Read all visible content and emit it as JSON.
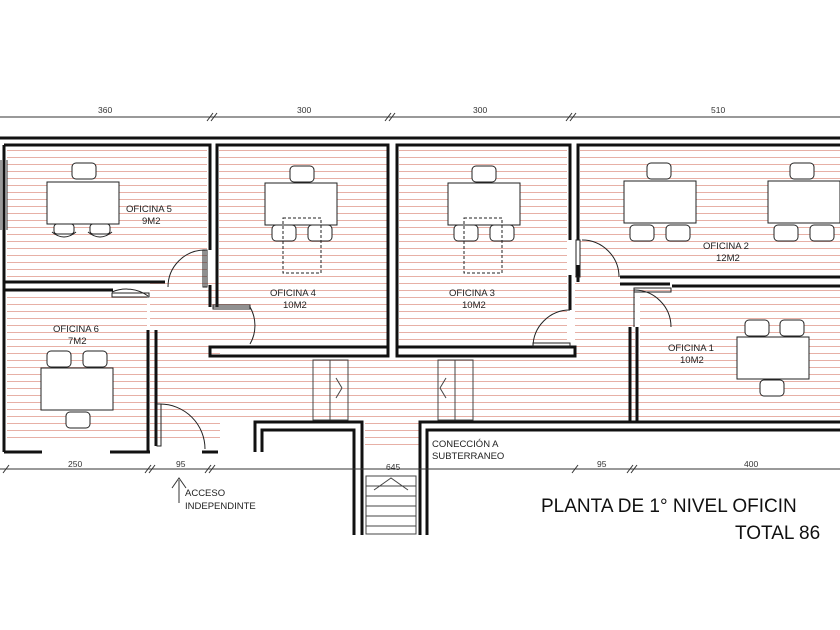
{
  "rooms": [
    {
      "name": "OFICINA 5",
      "area": "9M2"
    },
    {
      "name": "OFICINA 4",
      "area": "10M2"
    },
    {
      "name": "OFICINA 3",
      "area": "10M2"
    },
    {
      "name": "OFICINA 2",
      "area": "12M2"
    },
    {
      "name": "OFICINA 6",
      "area": "7M2"
    },
    {
      "name": "OFICINA 1",
      "area": "10M2"
    }
  ],
  "dimensions": {
    "top": [
      "360",
      "300",
      "300",
      "510"
    ],
    "bottom": [
      "250",
      "95",
      "645",
      "95",
      "400"
    ]
  },
  "notes": {
    "connection": [
      "CONECCIÓN A",
      "SUBTERRANEO"
    ],
    "access": [
      "ACCESO",
      "INDEPENDINTE"
    ]
  },
  "title": {
    "line1": "PLANTA DE 1° NIVEL OFICIN",
    "line2": "TOTAL 86"
  }
}
